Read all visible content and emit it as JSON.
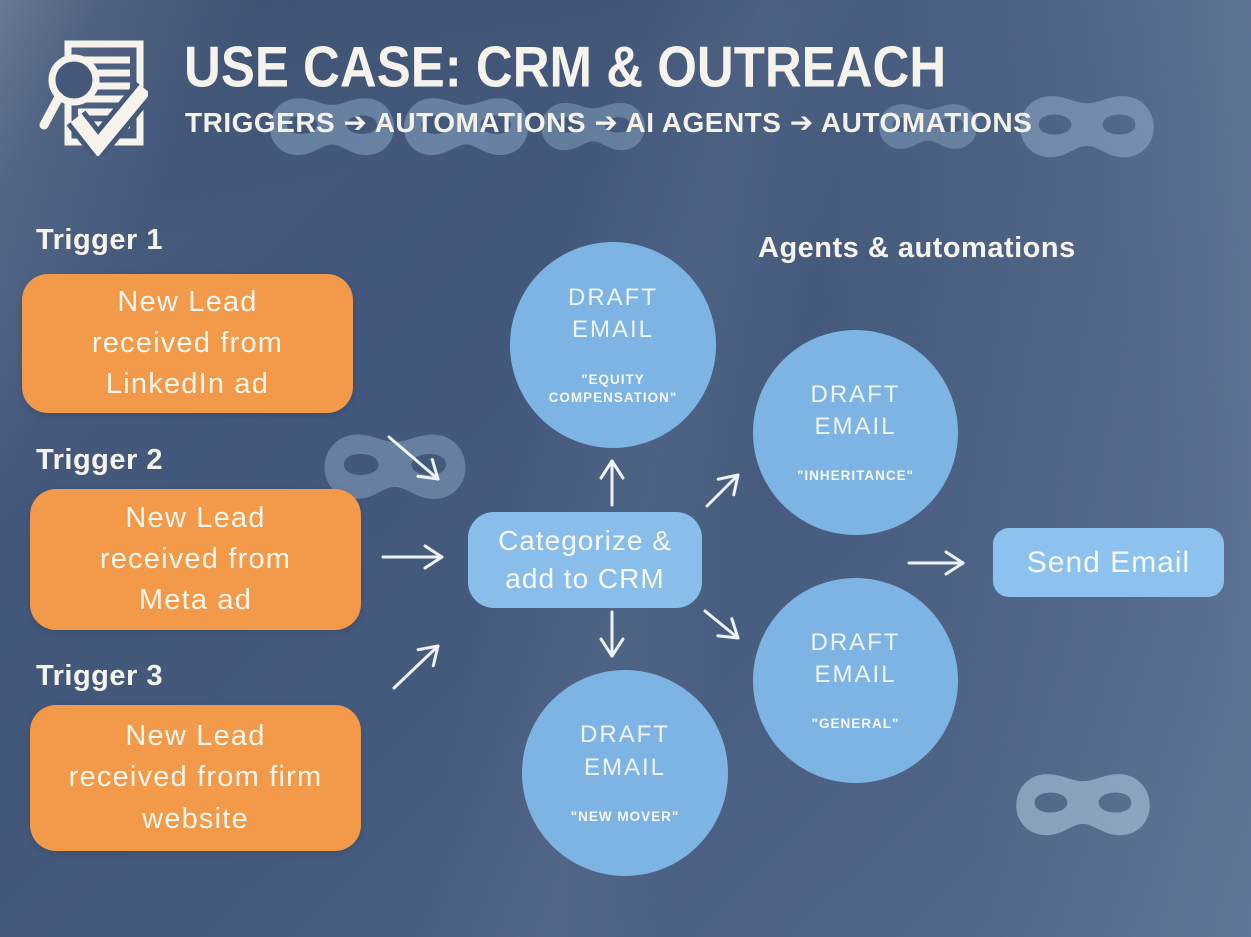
{
  "colors": {
    "background": "#45597B",
    "trigger_box": "#F2994A",
    "agent_circle": "#7EB4E3",
    "process_box": "#89BEEB",
    "send_box": "#8DC2EF",
    "text": "#F7F4ED",
    "arrow": "#EDF2F7",
    "mask_motif": "#9FBFDE"
  },
  "header": {
    "icon": "document-search-check-icon",
    "title": "USE CASE: CRM & OUTREACH",
    "subtitle": "TRIGGERS ➔ AUTOMATIONS ➔ AI AGENTS ➔ AUTOMATIONS"
  },
  "triggers": [
    {
      "label": "Trigger 1",
      "lines": [
        "New Lead",
        "received from",
        "LinkedIn ad"
      ]
    },
    {
      "label": "Trigger 2",
      "lines": [
        "New Lead",
        "received from",
        "Meta ad"
      ]
    },
    {
      "label": "Trigger 3",
      "lines": [
        "New Lead",
        "received from firm",
        "website"
      ]
    }
  ],
  "process": {
    "lines": [
      "Categorize &",
      "add to CRM"
    ]
  },
  "agents_section_label": "Agents & automations",
  "draft_circles": [
    {
      "title_lines": [
        "DRAFT",
        "EMAIL"
      ],
      "tag": "\"EQUITY COMPENSATION\""
    },
    {
      "title_lines": [
        "DRAFT",
        "EMAIL"
      ],
      "tag": "\"INHERITANCE\""
    },
    {
      "title_lines": [
        "DRAFT",
        "EMAIL"
      ],
      "tag": "\"GENERAL\""
    },
    {
      "title_lines": [
        "DRAFT",
        "EMAIL"
      ],
      "tag": "\"NEW MOVER\""
    }
  ],
  "send_email": {
    "label": "Send Email"
  }
}
